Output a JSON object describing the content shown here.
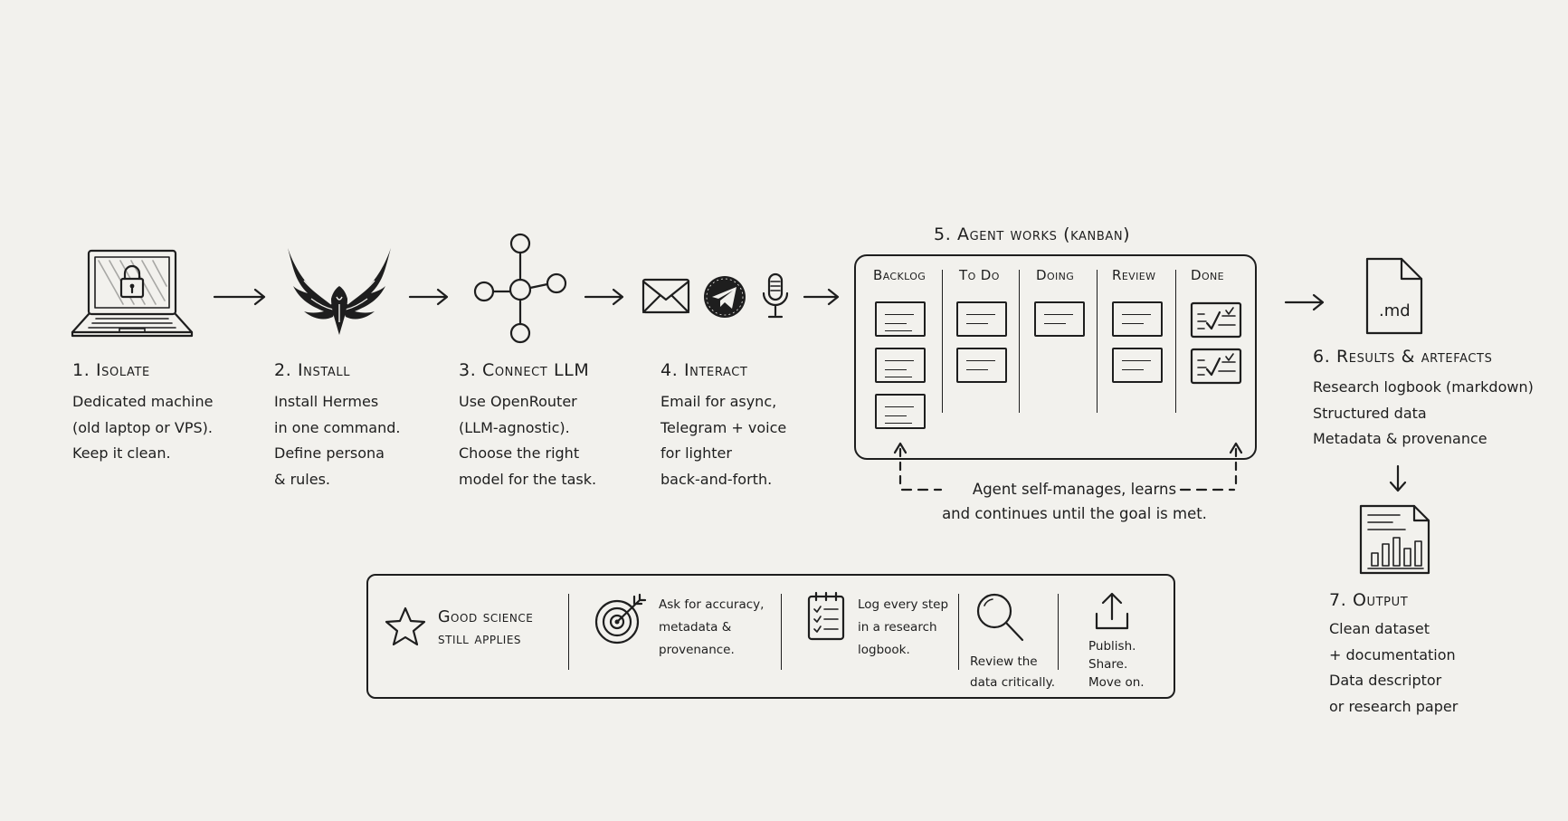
{
  "steps": [
    {
      "title": "1.  Isolate",
      "lines": [
        "Dedicated machine",
        "(old laptop or VPS).",
        "Keep it clean."
      ],
      "icon": "laptop-lock-icon"
    },
    {
      "title": "2.  Install",
      "lines": [
        "Install Hermes",
        "in one command.",
        "Define persona",
        "& rules."
      ],
      "icon": "winged-logo-icon"
    },
    {
      "title": "3.  Connect LLM",
      "lines": [
        "Use OpenRouter",
        "(LLM-agnostic).",
        "Choose the right",
        "model for the task."
      ],
      "icon": "network-node-icon"
    },
    {
      "title": "4.  Interact",
      "lines": [
        "Email for async,",
        "Telegram + voice",
        "for lighter",
        "back-and-forth."
      ],
      "icon": "messaging-icons"
    }
  ],
  "kanban": {
    "title": "5.  Agent works (kanban)",
    "columns": [
      {
        "label": "Backlog",
        "cards": 3
      },
      {
        "label": "To Do",
        "cards": 2
      },
      {
        "label": "Doing",
        "cards": 1
      },
      {
        "label": "Review",
        "cards": 2
      },
      {
        "label": "Done",
        "cards": 2
      }
    ],
    "loop_lines": [
      "Agent self-manages, learns",
      "and continues until the goal is met."
    ]
  },
  "results": {
    "file_label": ".md",
    "title": "6.  Results & artefacts",
    "lines": [
      "Research logbook (markdown)",
      "Structured data",
      "Metadata & provenance"
    ]
  },
  "output": {
    "title": "7.  Output",
    "lines": [
      "Clean dataset",
      "+ documentation",
      "Data descriptor",
      "or research paper"
    ]
  },
  "good_science": {
    "title_lines": [
      "Good science",
      "still applies"
    ],
    "items": [
      {
        "icon": "target-icon",
        "lines": [
          "Ask for accuracy,",
          "metadata &",
          "provenance."
        ]
      },
      {
        "icon": "checklist-icon",
        "lines": [
          "Log every step",
          "in a research",
          "logbook."
        ]
      },
      {
        "icon": "magnifier-icon",
        "lines": [
          "Review the",
          "data critically."
        ]
      },
      {
        "icon": "upload-icon",
        "lines": [
          "Publish.",
          "Share.",
          "Move on."
        ]
      }
    ]
  }
}
